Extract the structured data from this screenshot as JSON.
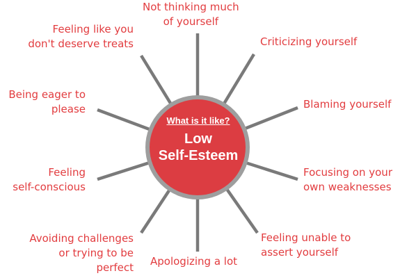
{
  "center": {
    "question": "What is it like?",
    "title_line1": "Low",
    "title_line2": "Self-Esteem"
  },
  "items": [
    {
      "line1": "Not thinking much",
      "line2": "of yourself"
    },
    {
      "line1": "Criticizing yourself"
    },
    {
      "line1": "Blaming yourself"
    },
    {
      "line1": "Focusing on your",
      "line2": "own weaknesses"
    },
    {
      "line1": "Feeling unable to",
      "line2": "assert yourself"
    },
    {
      "line1": "Apologizing a lot"
    },
    {
      "line1": "Avoiding challenges",
      "line2": "or trying to be",
      "line3": "perfect"
    },
    {
      "line1": "Feeling",
      "line2": "self-conscious"
    },
    {
      "line1": "Being eager to",
      "line2": "please"
    },
    {
      "line1": "Feeling like you",
      "line2": "don't deserve treats"
    }
  ],
  "colors": {
    "hub_fill": "#dc3d42",
    "hub_ring": "#9e9e9e",
    "spoke": "#7a7a7a",
    "label_text": "#e23c3f"
  }
}
